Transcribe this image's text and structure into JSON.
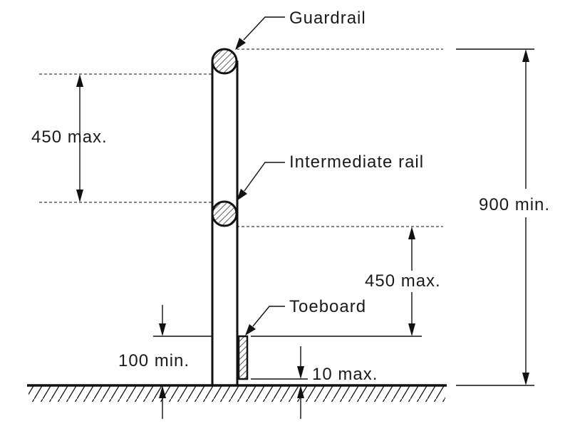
{
  "labels": {
    "guardrail": "Guardrail",
    "intermediate_rail": "Intermediate rail",
    "toeboard": "Toeboard"
  },
  "dimensions": {
    "upper_spacing": "450 max.",
    "lower_spacing": "450 max.",
    "overall_height": "900 min.",
    "toeboard_height": "100 min.",
    "toeboard_gap": "10 max."
  }
}
